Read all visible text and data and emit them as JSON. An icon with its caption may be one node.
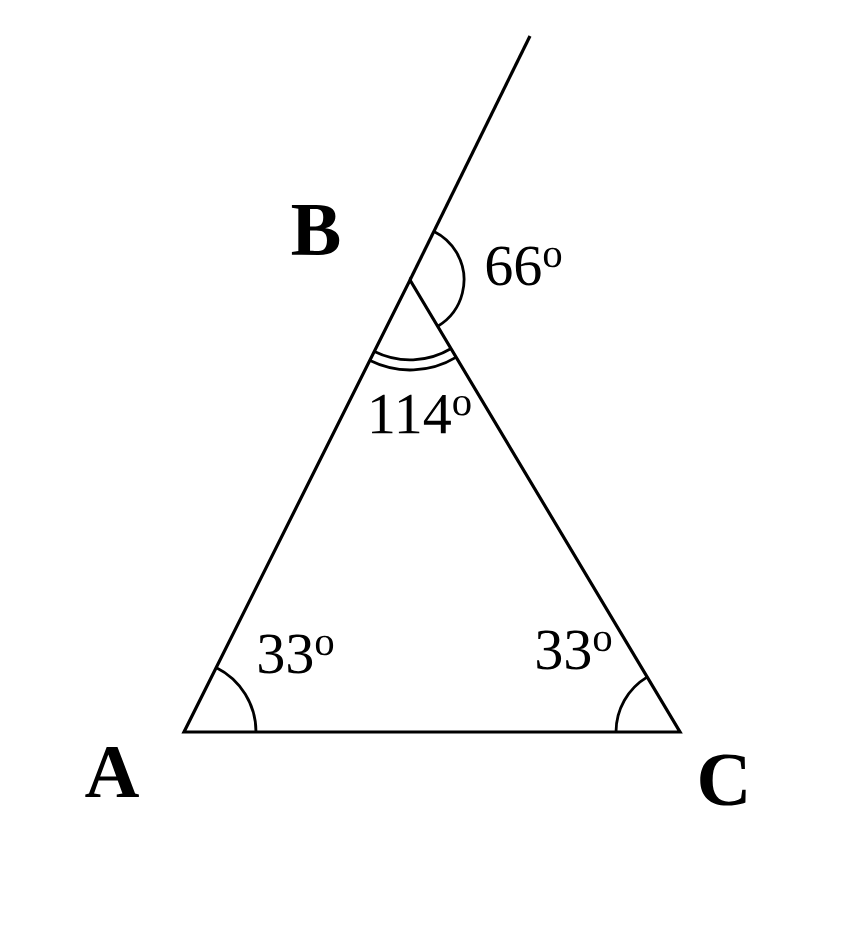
{
  "diagram": {
    "labels": [
      "B",
      "66$^{o}$",
      "114$^{o}$",
      "33$^{o}$",
      "33$^{o}$",
      "A",
      "C"
    ]
  }
}
